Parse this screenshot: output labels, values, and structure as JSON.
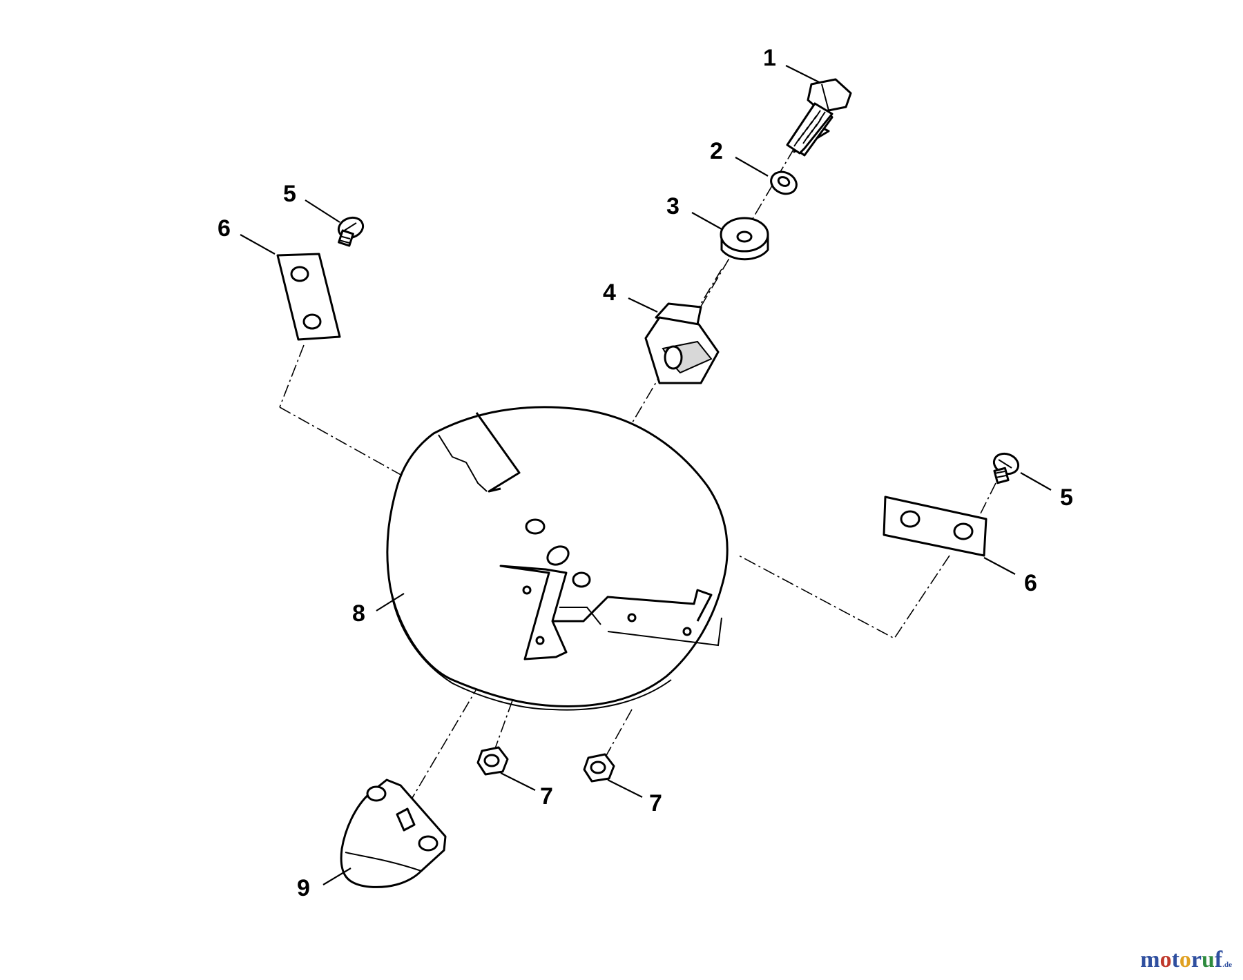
{
  "diagram": {
    "callouts": [
      "1",
      "2",
      "3",
      "4",
      "5",
      "6",
      "5",
      "6",
      "7",
      "7",
      "8",
      "9"
    ]
  },
  "watermark": {
    "parts": [
      {
        "text": "m",
        "color": "#2f4f9f"
      },
      {
        "text": "o",
        "color": "#c0392b"
      },
      {
        "text": "t",
        "color": "#2f4f9f"
      },
      {
        "text": "o",
        "color": "#e0a020"
      },
      {
        "text": "r",
        "color": "#2f4f9f"
      },
      {
        "text": "u",
        "color": "#2e8b3e"
      },
      {
        "text": "f",
        "color": "#2f4f9f"
      },
      {
        "text": ".de",
        "color": "#2f4f9f"
      }
    ]
  }
}
